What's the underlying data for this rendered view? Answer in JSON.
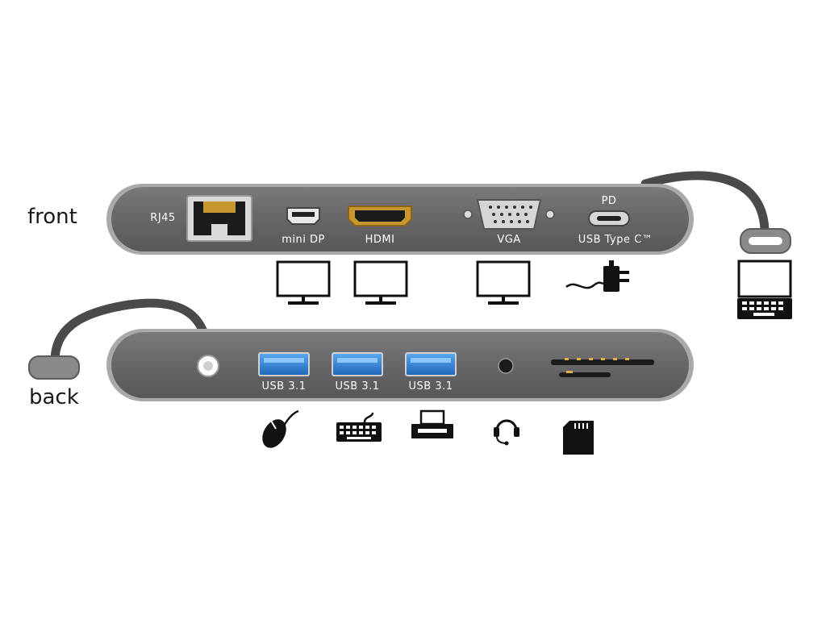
{
  "labels": {
    "front": "front",
    "back": "back"
  },
  "front_ports": {
    "rj45": "RJ45",
    "mini_dp": "mini DP",
    "hdmi": "HDMI",
    "vga": "VGA",
    "pd": "PD",
    "usb_c": "USB  Type C™"
  },
  "back_ports": {
    "usb1": "USB 3.1",
    "usb2": "USB 3.1",
    "usb3": "USB 3.1"
  },
  "colors": {
    "hub_body": "#6e6e70",
    "hub_edge": "#a9a9ab",
    "usb_blue": "#2e7fd6",
    "hdmi_gold": "#c8962e",
    "cable": "#4a4a4c"
  },
  "icons": {
    "front_devices": [
      "monitor-icon",
      "monitor-icon",
      "monitor-icon",
      "power-adapter-icon",
      "laptop-icon"
    ],
    "back_devices": [
      "mouse-icon",
      "keyboard-icon",
      "printer-icon",
      "headset-icon",
      "sd-card-icon"
    ]
  }
}
